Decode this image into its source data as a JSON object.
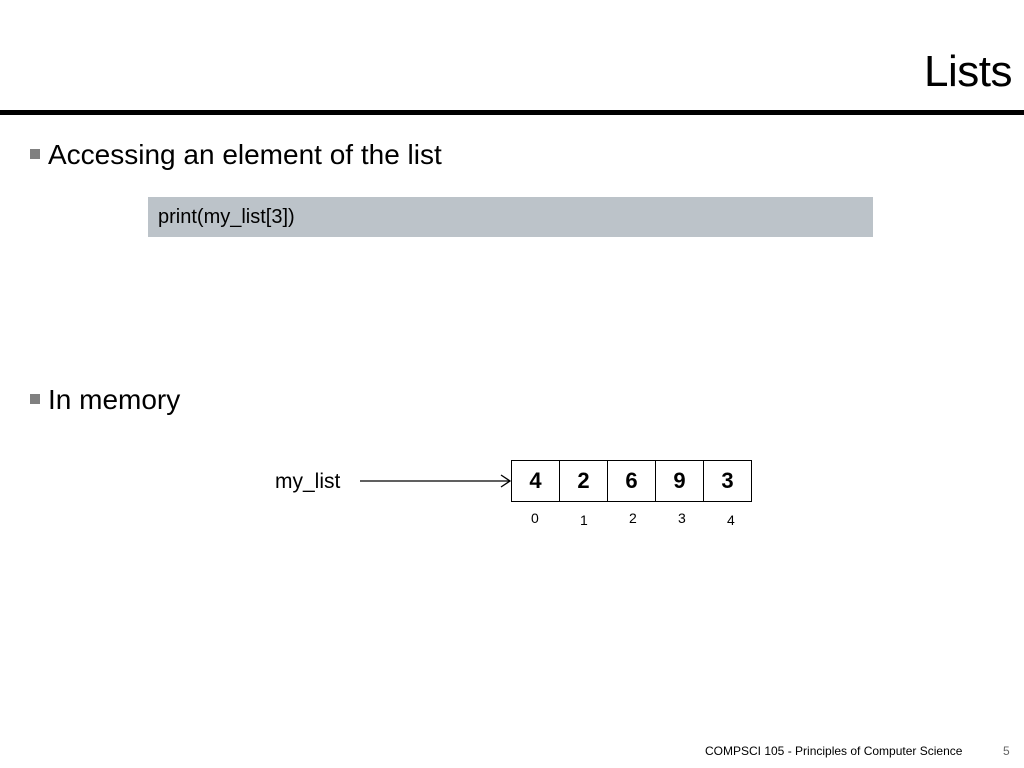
{
  "slide": {
    "title": "Lists",
    "bullets": [
      "Accessing an element of the list",
      "In memory"
    ],
    "code": "print(my_list[3])",
    "diagram": {
      "variable": "my_list",
      "cells": [
        "4",
        "2",
        "6",
        "9",
        "3"
      ],
      "indices": [
        "0",
        "1",
        "2",
        "3",
        "4"
      ]
    },
    "footer": {
      "course": "COMPSCI 105 - Principles of Computer Science",
      "page": "5"
    }
  },
  "colors": {
    "code_background": "#bcc3c9",
    "bullet_marker": "#808080",
    "title_rule": "#000000"
  }
}
